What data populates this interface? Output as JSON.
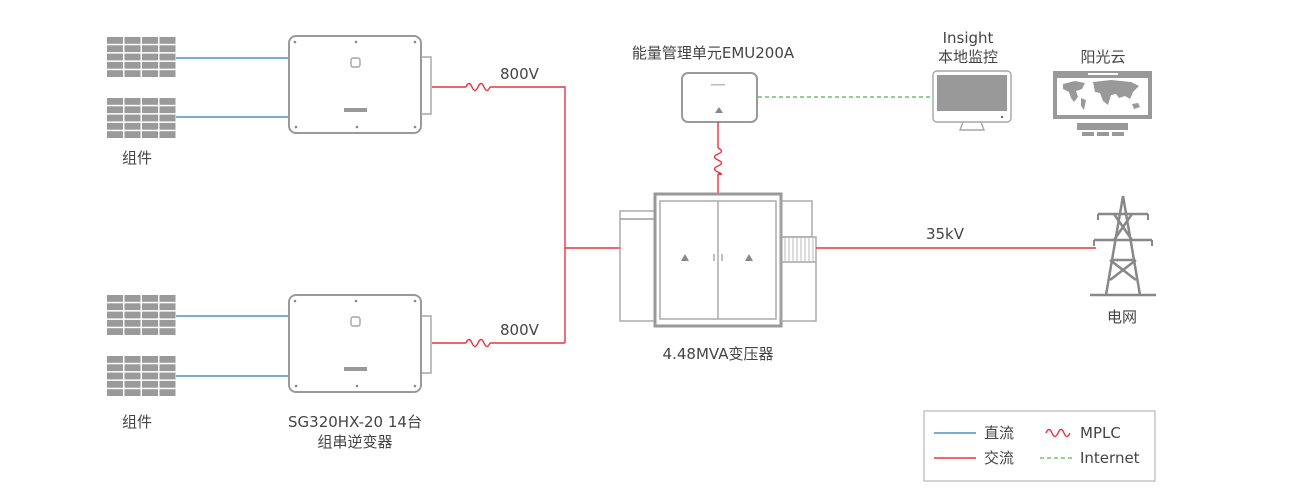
{
  "labels": {
    "modules_top": "组件",
    "modules_bottom": "组件",
    "voltage_top": "800V",
    "voltage_bottom": "800V",
    "inverter_model": "SG320HX-20 14台",
    "inverter_type": "组串逆变器",
    "emu": "能量管理单元EMU200A",
    "insight": "Insight",
    "local_monitor": "本地监控",
    "cloud": "阳光云",
    "transformer": "4.48MVA变压器",
    "grid_voltage": "35kV",
    "grid": "电网"
  },
  "legend": {
    "dc": "直流",
    "ac": "交流",
    "mplc": "MPLC",
    "internet": "Internet"
  },
  "colors": {
    "dc": "#4a90c8",
    "ac": "#e8333f",
    "internet": "#6cc06c",
    "device": "#9a9a9a"
  }
}
